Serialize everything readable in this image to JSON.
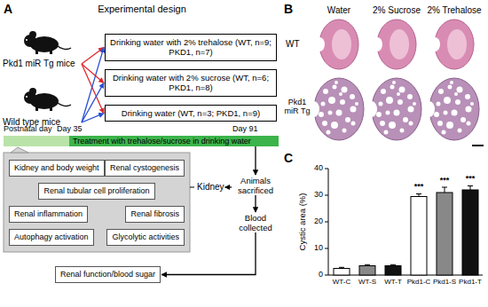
{
  "diagram": {
    "nodes": [
      {
        "text": [
          "Pkd1 miR Tg mice"
        ]
      },
      {
        "text": [
          "Wild type mice"
        ]
      },
      {
        "text": [
          "Drinking water with 2% trehalose (WT, n=9; PKD1, n=7)"
        ]
      },
      {
        "text": [
          "Drinking water with 2% sucrose (WT, n=6; PKD1, n=8)"
        ]
      },
      {
        "text": [
          "Drinking water (WT, n=3; PKD1, n=9)"
        ]
      },
      {
        "text": [
          "Treatment with trehalose/sucrose in drinking water"
        ]
      },
      {
        "text": [
          "Kidney and body weight"
        ]
      },
      {
        "text": [
          "Renal cystogenesis"
        ]
      },
      {
        "text": [
          "Renal tubular cell proliferation"
        ]
      },
      {
        "text": [
          "Renal inflammation"
        ]
      },
      {
        "text": [
          "Renal fibrosis"
        ]
      },
      {
        "text": [
          "Autophagy activation"
        ]
      },
      {
        "text": [
          "Glycolytic activities"
        ]
      },
      {
        "text": [
          "Renal function/blood sugar"
        ]
      },
      {
        "text": [
          "Kidney"
        ]
      },
      {
        "text": [
          "Animals sacrificed"
        ]
      },
      {
        "text": [
          "Blood collected"
        ]
      }
    ],
    "edges": [
      {
        "from": 0,
        "to": 2,
        "arrow": "to"
      },
      {
        "from": 0,
        "to": 3,
        "arrow": "to"
      },
      {
        "from": 0,
        "to": 4,
        "arrow": "to"
      },
      {
        "from": 1,
        "to": 2,
        "arrow": "to"
      },
      {
        "from": 1,
        "to": 3,
        "arrow": "to"
      },
      {
        "from": 1,
        "to": 4,
        "arrow": "to"
      },
      {
        "from": 5,
        "to": 15,
        "arrow": "to"
      },
      {
        "from": 15,
        "to": 14,
        "arrow": "to"
      },
      {
        "from": 15,
        "to": 16,
        "arrow": "to"
      },
      {
        "from": 16,
        "to": 13,
        "arrow": "to"
      }
    ],
    "labels": [
      "A",
      "Experimental design",
      "Postnatal day",
      "Day 35",
      "Day 91",
      "B",
      "Water",
      "2% Sucrose",
      "2% Trehalose",
      "WT",
      "Pkd1 miR Tg",
      "C",
      "Cystic area (%)",
      "0",
      "10",
      "20",
      "30",
      "40",
      "WT-C",
      "WT-S",
      "WT-T",
      "Pkd1-C",
      "Pkd1-S",
      "Pkd1-T",
      "***",
      "***",
      "***"
    ]
  }
}
